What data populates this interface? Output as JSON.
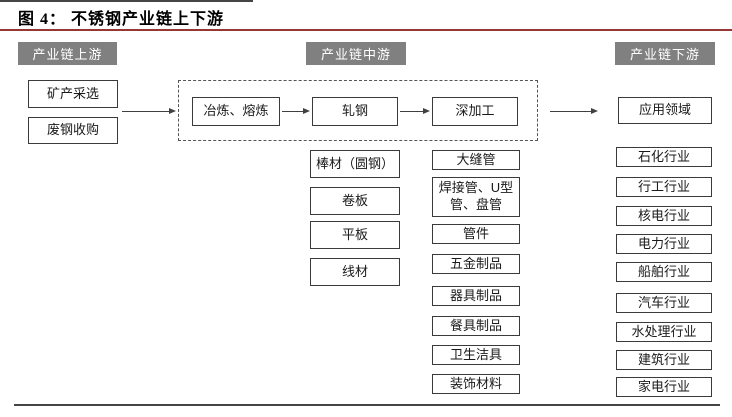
{
  "figure": {
    "title": "图 4： 不锈钢产业链上下游"
  },
  "colors": {
    "title_rule_red": "#953735",
    "header_bg_gray": "#808080",
    "line_dark": "#454545"
  },
  "upstream": {
    "header": "产业链上游",
    "items": [
      "矿产采选",
      "废钢收购"
    ]
  },
  "midstream": {
    "header": "产业链中游",
    "process_steps": [
      "冶炼、熔炼",
      "轧钢",
      "深加工"
    ],
    "rolling_products": [
      "棒材（圆钢）",
      "卷板",
      "平板",
      "线材"
    ],
    "deep_processing_products": [
      "大缝管",
      "焊接管、U型管、盘管",
      "管件",
      "五金制品",
      "器具制品",
      "餐具制品",
      "卫生洁具",
      "装饰材料"
    ]
  },
  "downstream": {
    "header": "产业链下游",
    "application": "应用领域",
    "industries": [
      "石化行业",
      "行工行业",
      "核电行业",
      "电力行业",
      "船舶行业",
      "汽车行业",
      "水处理行业",
      "建筑行业",
      "家电行业"
    ]
  }
}
